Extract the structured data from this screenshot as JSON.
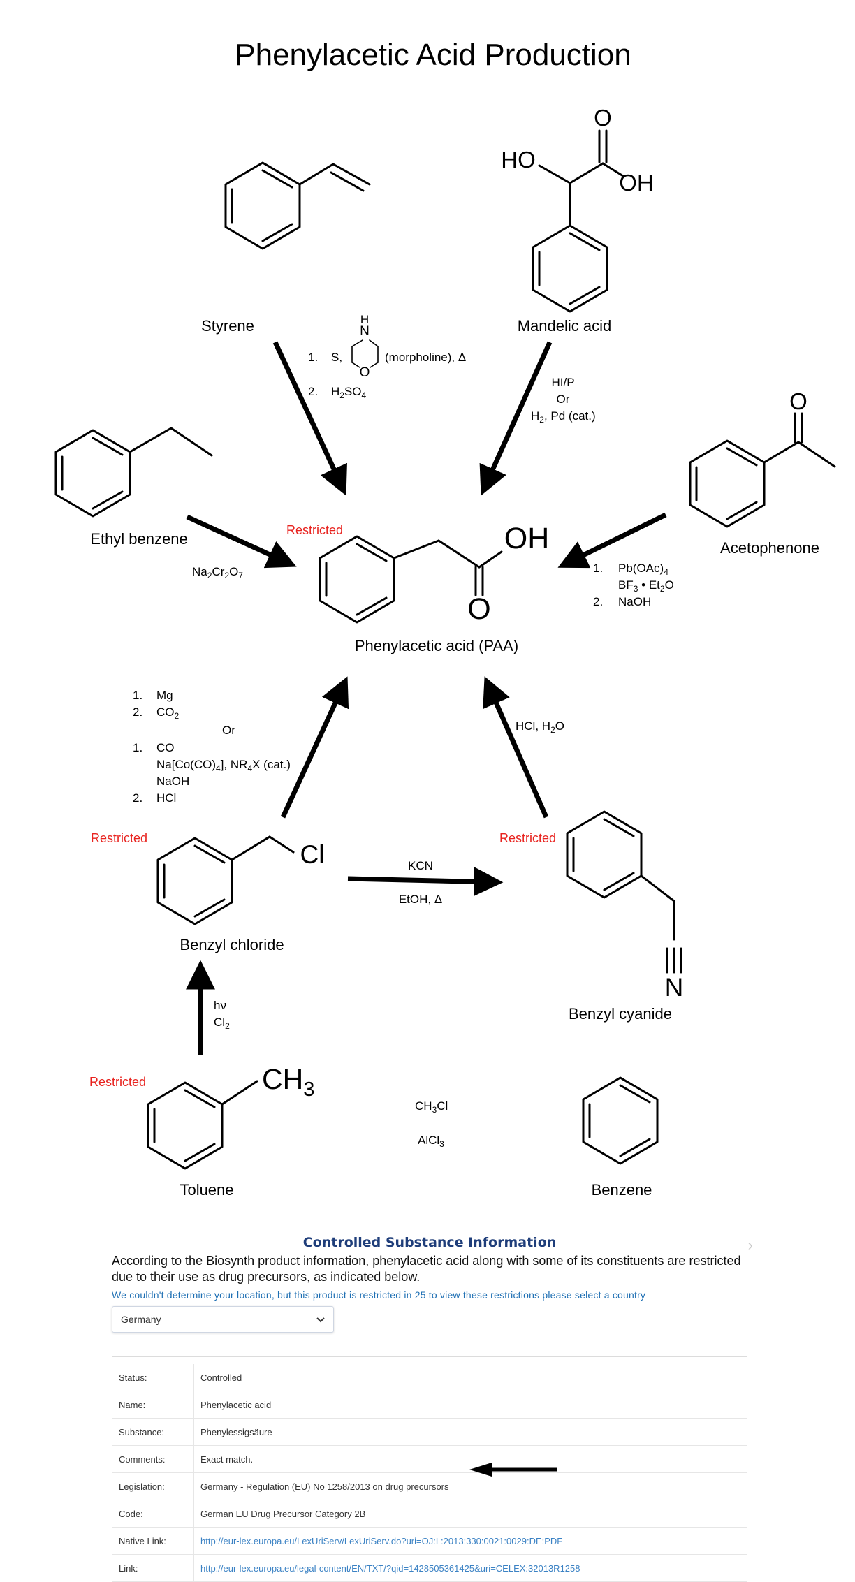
{
  "title": "Phenylacetic Acid Production",
  "compounds": {
    "styrene": "Styrene",
    "mandelic_acid": "Mandelic acid",
    "ethyl_benzene": "Ethyl benzene",
    "acetophenone": "Acetophenone",
    "paa": "Phenylacetic acid (PAA)",
    "benzyl_chloride": "Benzyl chloride",
    "benzyl_cyanide": "Benzyl cyanide",
    "toluene": "Toluene",
    "benzene": "Benzene"
  },
  "atoms": {
    "ho": "HO",
    "oh": "OH",
    "o": "O",
    "cl": "Cl",
    "n": "N",
    "ch3": "CH",
    "ch3_sub": "3",
    "morph_n": "N",
    "morph_h": "H",
    "morph_o": "O"
  },
  "restricted_label": "Restricted",
  "conditions": {
    "styrene_1_num": "1.",
    "styrene_1a": "S,",
    "styrene_1b": "(morpholine), Δ",
    "styrene_2_num": "2.",
    "styrene_2": "H",
    "mandelic_1": "HI/P",
    "mandelic_2": "Or",
    "mandelic_3": "H",
    "mandelic_3b": ", Pd (cat.)",
    "ethyl": "Na",
    "aceto_1_num": "1.",
    "aceto_1": "Pb(OAc)",
    "aceto_1b": "BF",
    "aceto_1b2": " • Et",
    "aceto_1b3": "O",
    "aceto_2_num": "2.",
    "aceto_2": "NaOH",
    "bc_1_num": "1.",
    "bc_1": "Mg",
    "bc_2_num": "2.",
    "bc_2": "CO",
    "bc_or": "Or",
    "bc_3_num": "1.",
    "bc_3": "CO",
    "bc_4": "Na[Co(CO)",
    "bc_4b": "], NR",
    "bc_4c": "X (cat.)",
    "bc_5": "NaOH",
    "bc_6_num": "2.",
    "bc_6": "HCl",
    "cyanide_hydrolysis": "HCl, H",
    "kcn": "KCN",
    "kcn_solvent": "EtOH, Δ",
    "photo_1": "hν",
    "photo_2": "Cl",
    "fc_1": "CH",
    "fc_1b": "Cl",
    "fc_2": "AlCl"
  },
  "sub": {
    "two": "2",
    "three": "3",
    "four": "4",
    "seven": "7"
  },
  "panel": {
    "title": "Controlled Substance Information",
    "intro": "According to the Biosynth product information, phenylacetic acid along with some of its constituents are restricted due to their use as drug precursors, as indicated below.",
    "notice": "We couldn't determine your location, but this product is restricted in 25 to view these restrictions please select a country",
    "country": "Germany",
    "rows": [
      {
        "key": "Status:",
        "value": "Controlled"
      },
      {
        "key": "Name:",
        "value": "Phenylacetic acid"
      },
      {
        "key": "Substance:",
        "value": "Phenylessigsäure"
      },
      {
        "key": "Comments:",
        "value": "Exact match."
      },
      {
        "key": "Legislation:",
        "value": "Germany - Regulation (EU) No 1258/2013 on drug precursors"
      },
      {
        "key": "Code:",
        "value": "German EU Drug Precursor Category 2B"
      },
      {
        "key": "Native Link:",
        "value": "http://eur-lex.europa.eu/LexUriServ/LexUriServ.do?uri=OJ:L:2013:330:0021:0029:DE:PDF"
      },
      {
        "key": "Link:",
        "value": "http://eur-lex.europa.eu/legal-content/EN/TXT/?qid=1428505361425&uri=CELEX:32013R1258"
      }
    ]
  },
  "colors": {
    "restricted": "#e8231f",
    "panel_title": "#1f3e7a",
    "link": "#3b82c4"
  }
}
